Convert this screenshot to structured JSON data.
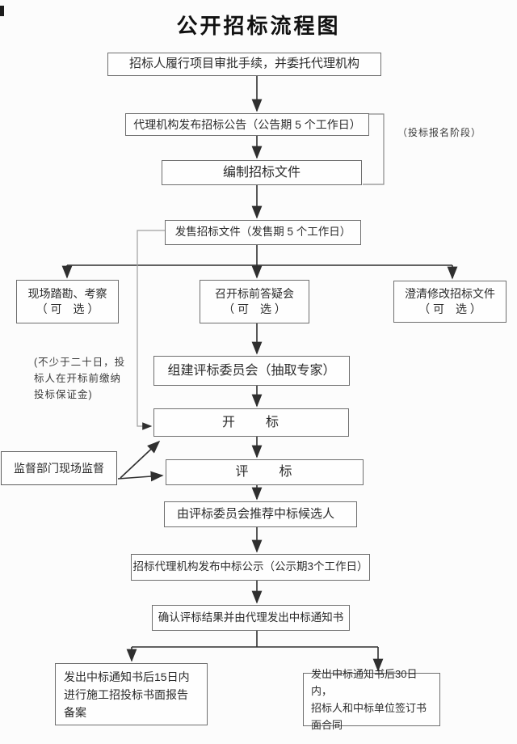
{
  "title": "公开招标流程图",
  "colors": {
    "main_line": "#2f2f2f",
    "box_border": "#6f6f6f",
    "loop_line": "#a0a0a0",
    "background": "#fcfcfc"
  },
  "side_labels": {
    "registration_stage": "（投标报名阶段）",
    "deposit_note": [
      "(不少于二十日，投",
      "标人在开标前缴纳",
      "投标保证金)"
    ]
  },
  "nodes": {
    "approval": "招标人履行项目审批手续，并委托代理机构",
    "announce": "代理机构发布招标公告（公告期 5 个工作日）",
    "prepare": "编制招标文件",
    "sell": "发售招标文件（发售期 5 个工作日）",
    "survey": [
      "现场踏勘、考察",
      "（ 可　选 ）"
    ],
    "qa_meeting": [
      "召开标前答疑会",
      "（ 可　选 ）"
    ],
    "clarify": [
      "澄清修改招标文件",
      "（ 可　选 ）"
    ],
    "committee": "组建评标委员会（抽取专家）",
    "bid_opening": "开　　标",
    "supervision": "监督部门现场监督",
    "evaluation": "评　　标",
    "recommend": "由评标委员会推荐中标候选人",
    "publicity": "招标代理机构发布中标公示（公示期3个工作日）",
    "confirm": "确认评标结果并由代理发出中标通知书",
    "filing": [
      "发出中标通知书后15日内",
      "进行施工招投标书面报告",
      "备案"
    ],
    "contract": [
      "发出中标通知书后30日内，",
      "招标人和中标单位签订书",
      "面合同"
    ]
  }
}
